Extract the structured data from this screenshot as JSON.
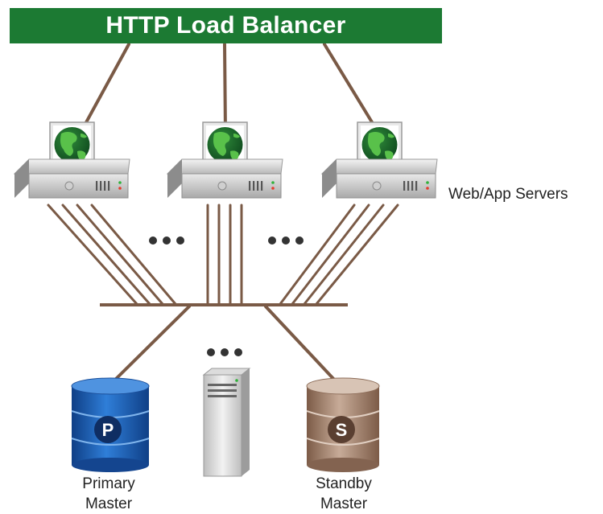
{
  "banner": {
    "title": "HTTP Load Balancer",
    "color": "#1c7a33"
  },
  "labels": {
    "servers": "Web/App Servers",
    "primary_line1": "Primary",
    "primary_line2": "Master",
    "standby_line1": "Standby",
    "standby_line2": "Master"
  },
  "db_badges": {
    "primary": "P",
    "standby": "S"
  },
  "colors": {
    "connector": "#7a5a46",
    "primary_db": "#1e5fae",
    "standby_db": "#9a7a66",
    "globe_land": "#3aa23a",
    "globe_ocean": "#1e6b2a"
  },
  "icons": [
    "globe-icon",
    "server-icon",
    "database-icon",
    "tower-server-icon"
  ]
}
